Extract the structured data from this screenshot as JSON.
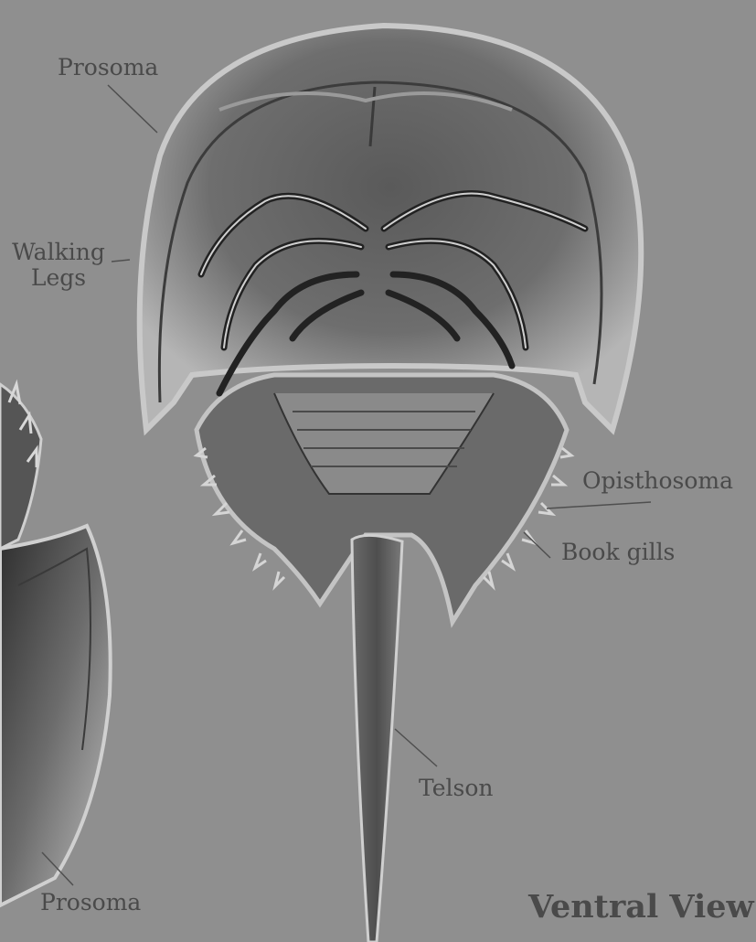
{
  "labels": {
    "prosoma_top": "Prosoma",
    "walking_legs_line1": "Walking",
    "walking_legs_line2": "Legs",
    "opisthosoma": "Opisthosoma",
    "book_gills": "Book gills",
    "telson": "Telson",
    "prosoma_bottom": "Prosoma"
  },
  "title": "Ventral View",
  "colors": {
    "background": "#8f8f8f",
    "label_text": "#4a4a4a",
    "leader_line": "#4f4f4f"
  }
}
